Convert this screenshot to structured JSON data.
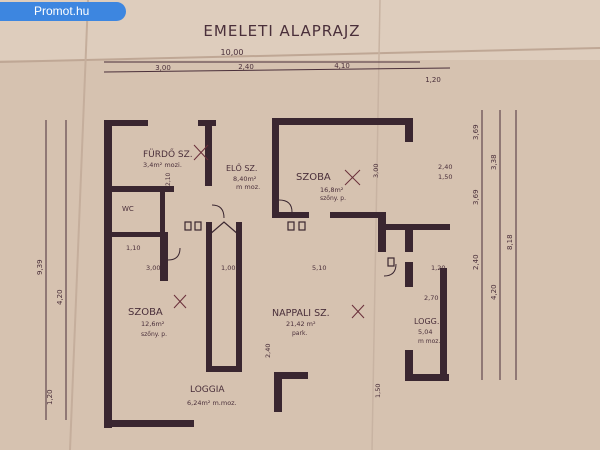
{
  "watermark": {
    "text": "Promot.hu"
  },
  "plan": {
    "title": "EMELETI ALAPRAJZ",
    "rooms": [
      {
        "name": "FÜRDŐ SZ.",
        "area": "3,4m² mozi.",
        "note": ""
      },
      {
        "name": "ELŐ SZ.",
        "area": "8,40m²",
        "note": "m moz."
      },
      {
        "name": "SZOBA",
        "area": "16,8m²",
        "note": "szőny. p."
      },
      {
        "name": "WC",
        "area": "",
        "note": ""
      },
      {
        "name": "SZOBA",
        "area": "12,6m²",
        "note": "szőny. p."
      },
      {
        "name": "NAPPALI SZ.",
        "area": "21,42 m²",
        "note": "park."
      },
      {
        "name": "LOGG.",
        "area": "5,04",
        "note": "m moz."
      },
      {
        "name": "LOGGIA",
        "area": "6,24m² m.moz.",
        "note": ""
      }
    ],
    "dimensions": {
      "overall_width": "10,00",
      "top_segments": [
        "3,00",
        "2,40",
        "4,10",
        "1,20"
      ],
      "right_side": [
        "3,69",
        "3,38",
        "8,18",
        "2,40",
        "4,20",
        "3,69"
      ],
      "left_side": [
        "9,39",
        "4,20",
        "1,20"
      ],
      "interior": [
        "2,40",
        "1,50",
        "3,00",
        "5,10",
        "1,20",
        "3,00",
        "2,70",
        "2,40",
        "1,50",
        "1,00",
        "2,10",
        "1,10"
      ]
    }
  },
  "colors": {
    "paper": "#d9c6b5",
    "ink": "#3a2630",
    "watermark": "#3d86e0"
  }
}
